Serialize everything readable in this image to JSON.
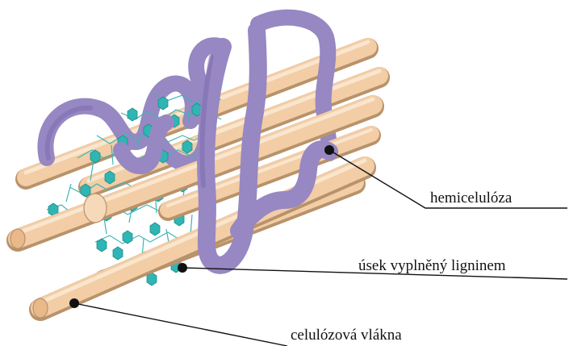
{
  "labels": {
    "hemicellulose": "hemicelulóza",
    "lignin_section": "úsek vyplněný ligninem",
    "cellulose_fibers": "celulózová vlákna"
  },
  "colors": {
    "cellulose": "#f2cda5",
    "hemicellulose": "#9787c2",
    "lignin": "#2fb5b4",
    "leader_lines": "#111111"
  }
}
